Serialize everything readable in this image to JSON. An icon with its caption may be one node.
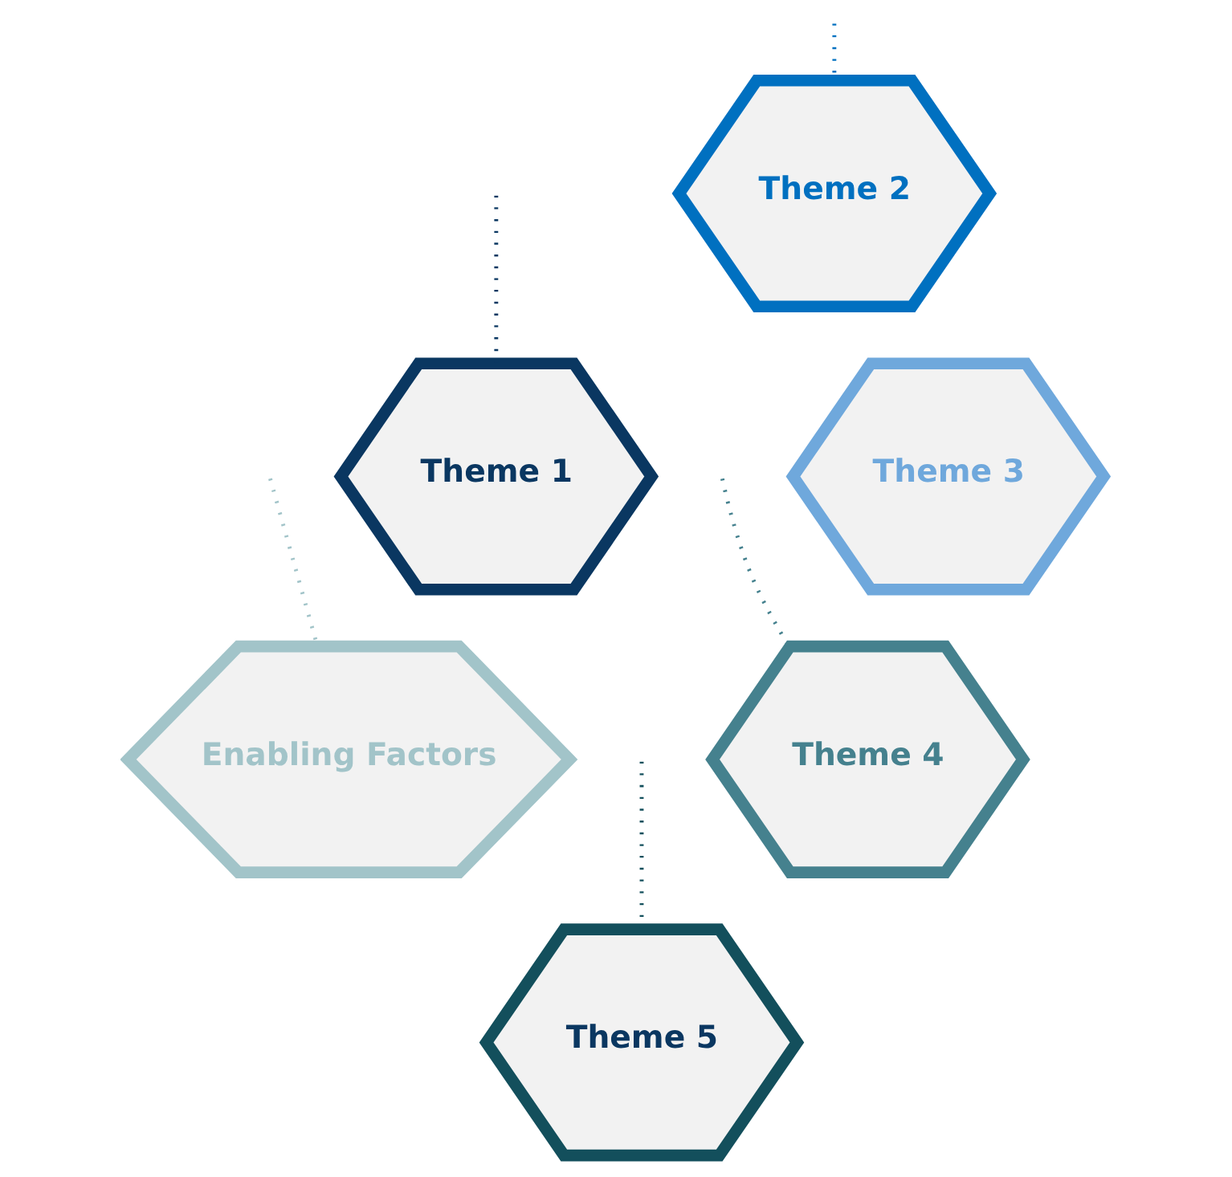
{
  "diagram": {
    "nodes": [
      {
        "text": [
          "Theme 2"
        ]
      },
      {
        "text": [
          "Theme 1"
        ]
      },
      {
        "text": [
          "Theme 3"
        ]
      },
      {
        "text": [
          "Enabling Factors"
        ]
      },
      {
        "text": [
          "Theme 4"
        ]
      },
      {
        "text": [
          "Theme 5"
        ]
      }
    ],
    "edges": [
      {
        "from": null,
        "to": 1,
        "arrow": "none",
        "style": "dashed",
        "color": "#0a3761"
      },
      {
        "from": null,
        "to": 0,
        "arrow": "none",
        "style": "dashed",
        "color": "#0070c0"
      },
      {
        "from": null,
        "to": 3,
        "arrow": "none",
        "style": "dashed",
        "color": "#a2c4c9"
      },
      {
        "from": null,
        "to": 5,
        "arrow": "none",
        "style": "dashed",
        "color": "#134f5c"
      },
      {
        "from": null,
        "to": 4,
        "arrow": "none",
        "style": "dashed",
        "color": "#45818e"
      }
    ]
  }
}
